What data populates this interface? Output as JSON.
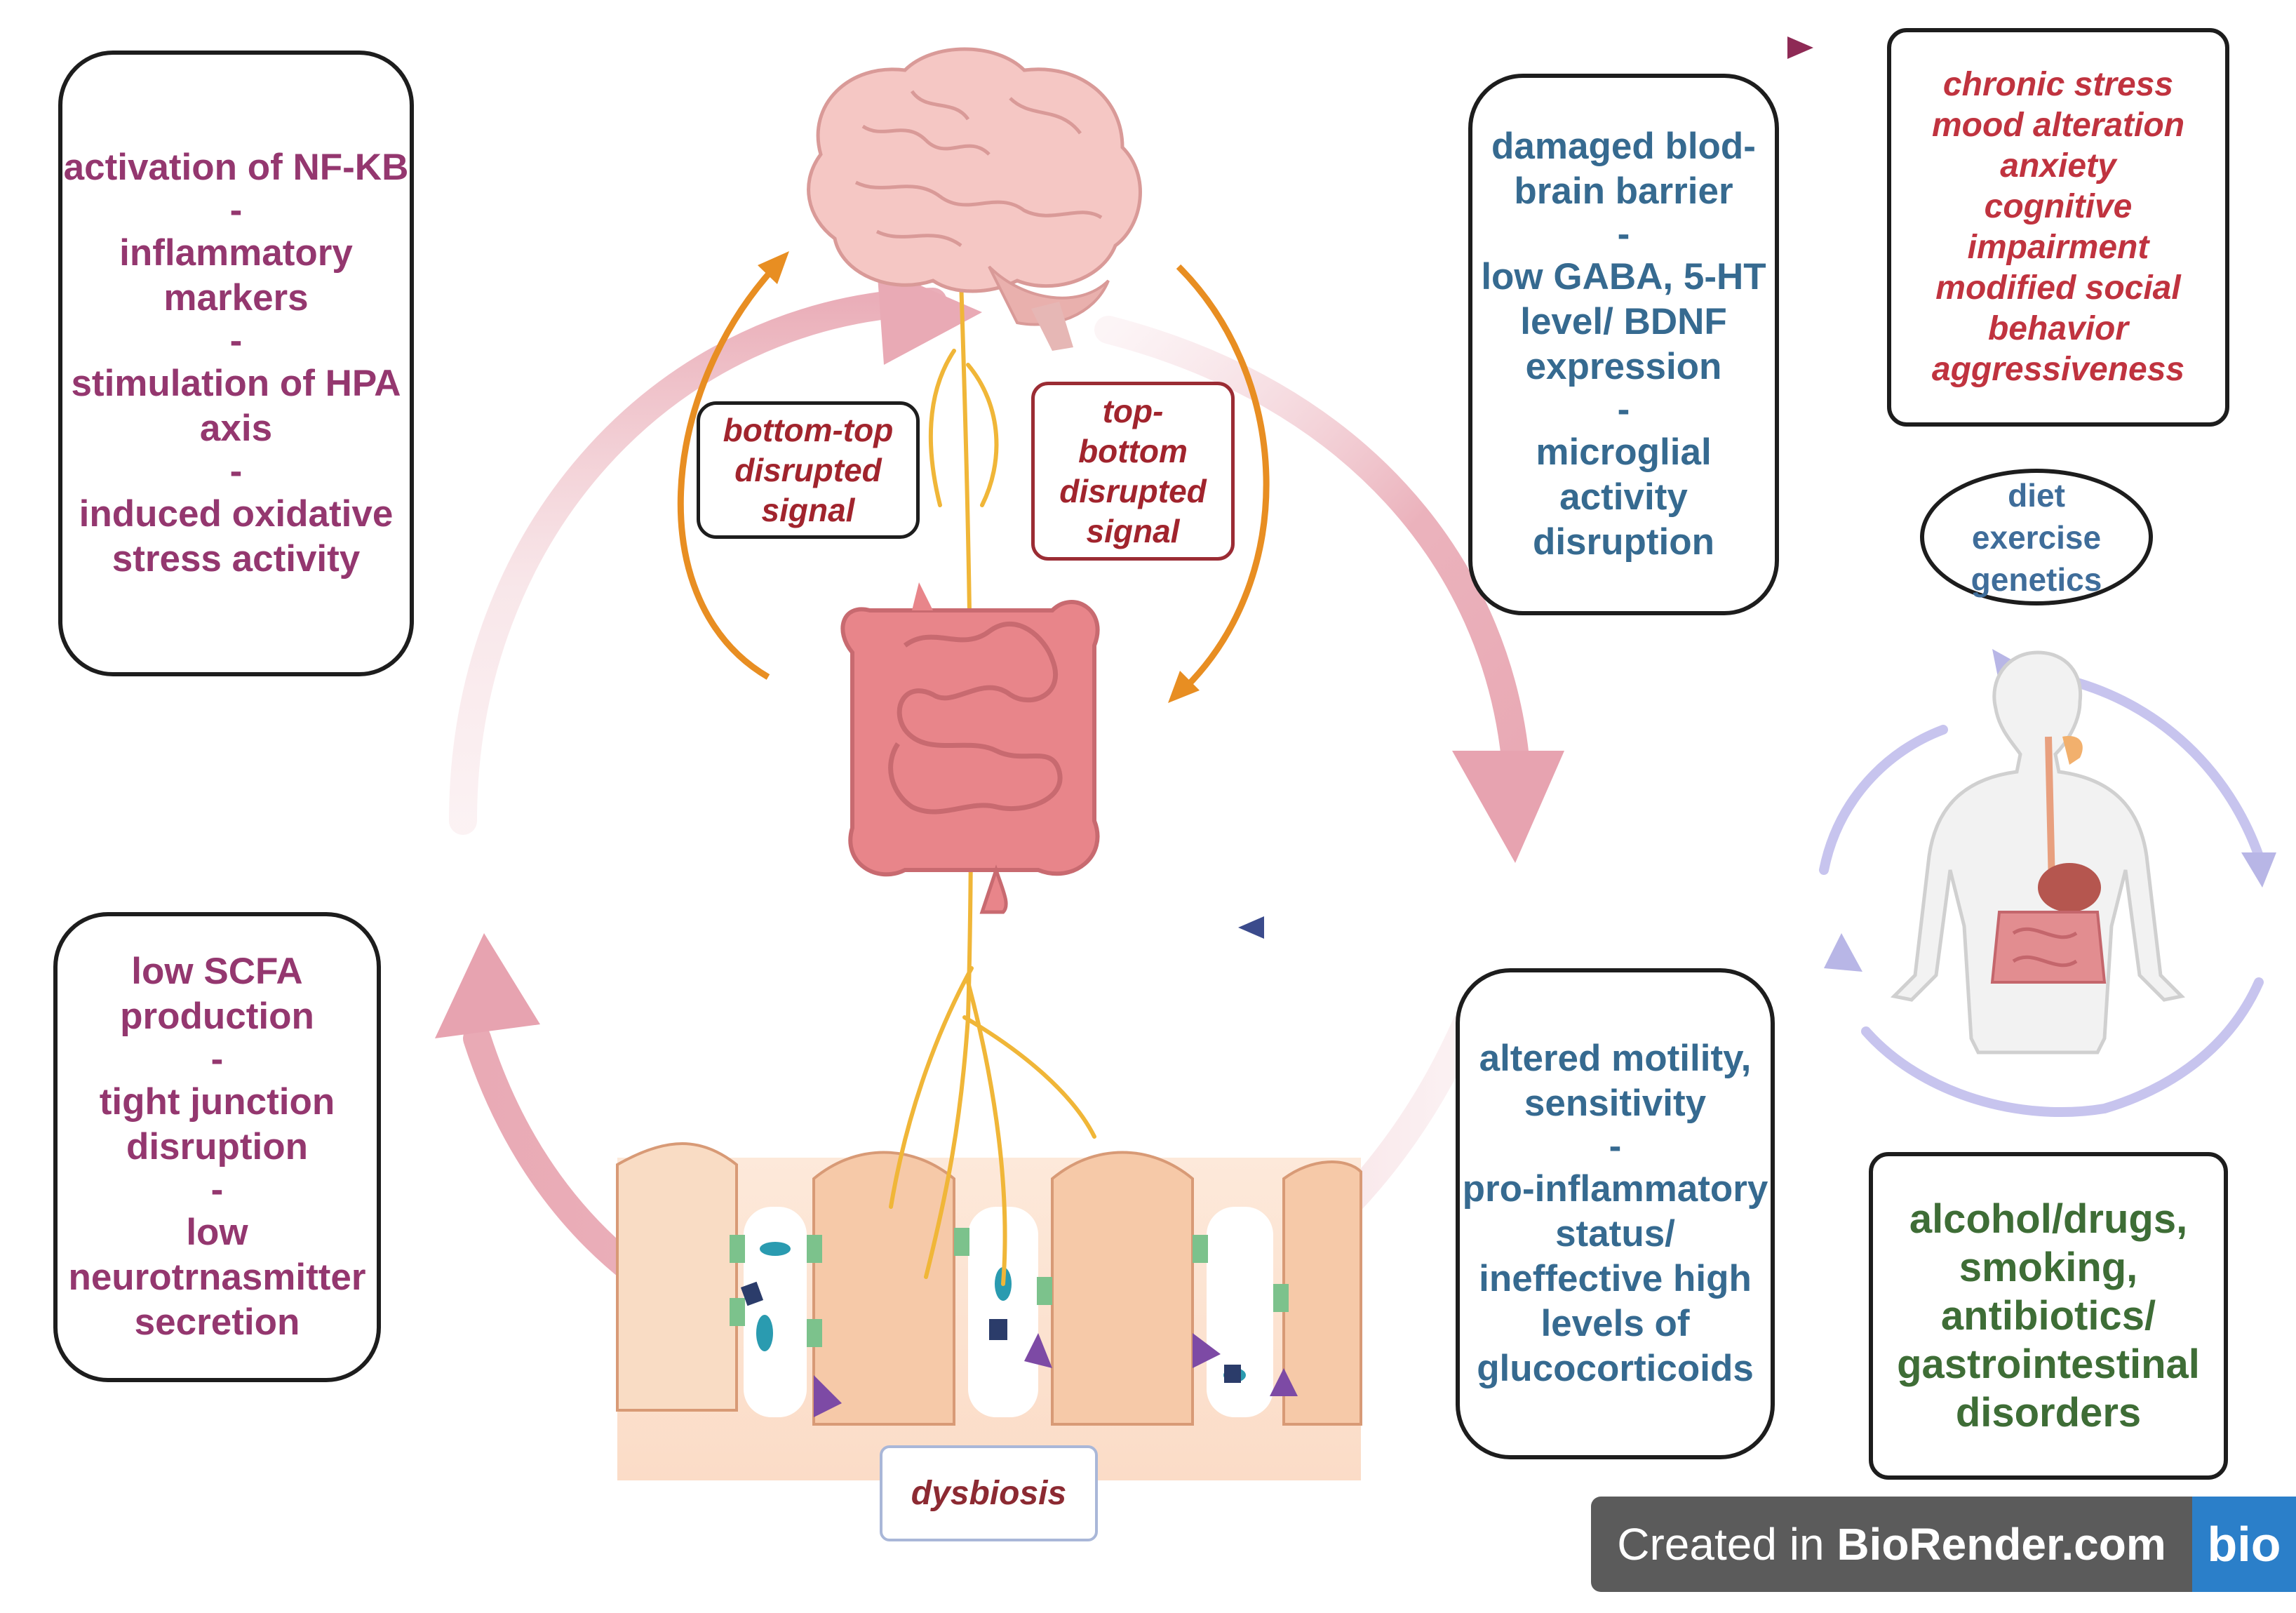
{
  "boxes": {
    "top_left": [
      "activation of NF-KB",
      "-",
      "inflammatory markers",
      "-",
      "stimulation of HPA axis",
      "-",
      "induced oxidative stress activity"
    ],
    "bottom_left": [
      "low SCFA production",
      "-",
      "tight junction disruption",
      "-",
      "low neurotrnasmitter secretion"
    ],
    "top_center": [
      "damaged blod-brain barrier",
      "-",
      "low GABA, 5-HT level/ BDNF expression",
      "-",
      "microglial activity disruption"
    ],
    "bottom_center": [
      "altered motility, sensitivity",
      "-",
      "pro-inflammatory status/ ineffective high levels of glucocorticoids"
    ],
    "top_right": [
      "chronic stress",
      "mood alteration",
      "anxiety",
      "cognitive impairment",
      "modified social behavior",
      "aggressiveness"
    ],
    "factors": [
      "diet",
      "exercise",
      "genetics"
    ],
    "bottom_right": [
      "alcohol/drugs, smoking, antibiotics/ gastrointestinal disorders"
    ]
  },
  "signals": {
    "bottom_top": "bottom-top disrupted signal",
    "top_bottom": "top-bottom disrupted signal"
  },
  "dysbiosis": "dysbiosis",
  "credit": {
    "prefix": "Created in ",
    "brand": "BioRender.com",
    "logo": "bio"
  },
  "colors": {
    "purple_text": "#94376f",
    "blue_text": "#366a90",
    "red_text": "#c0333f",
    "green_text": "#3e6d36",
    "big_arrow": "#e9aab5",
    "orange_arrow": "#e88e22",
    "nerve": "#f0b638",
    "small_arrow": "#b8b6e6"
  },
  "icons": [
    "brain-icon",
    "intestine-icon",
    "villi-icon",
    "human-body-icon"
  ]
}
